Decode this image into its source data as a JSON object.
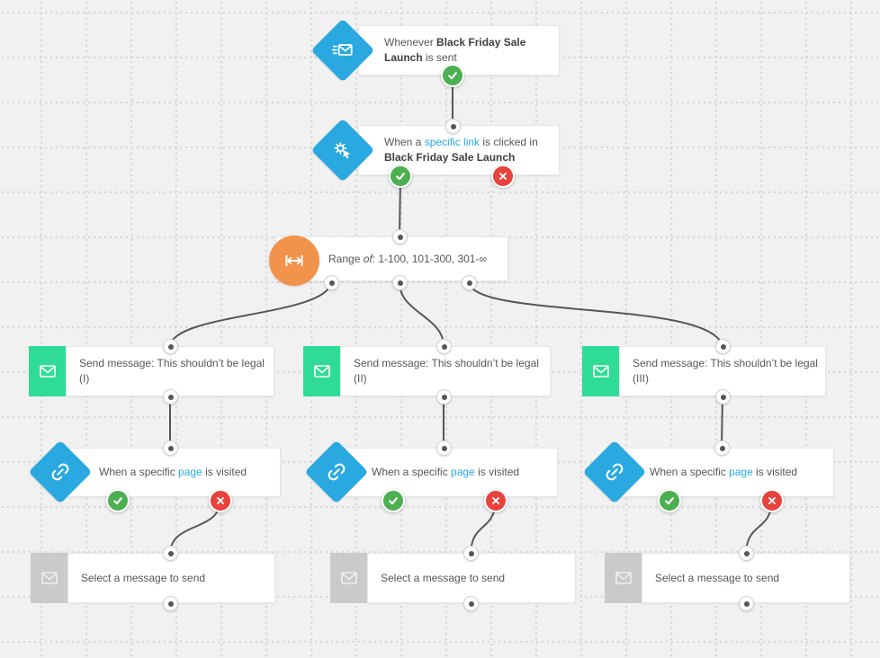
{
  "colors": {
    "canvas_bg": "#f1f1f2",
    "grid_dot": "#d9d9da",
    "node_blue": "#29a9e0",
    "node_green": "#2fdc96",
    "node_gray": "#c9cacb",
    "node_orange": "#f2934c",
    "success_green": "#4caf50",
    "fail_red": "#e8423c",
    "wire": "#55565a",
    "link_text": "#29abe2"
  },
  "nodes": {
    "trigger_sent": {
      "prefix": "Whenever ",
      "campaign": "Black Friday Sale Launch",
      "suffix": " is sent",
      "icon": "email-sent-icon"
    },
    "link_clicked": {
      "prefix": "When a ",
      "link": "specific link",
      "middle": " is clicked in ",
      "campaign": "Black Friday Sale Launch",
      "icon": "link-click-icon"
    },
    "range": {
      "prefix": "Range ",
      "italic": "of",
      "suffix": ": 1-100, 101-300, 301-∞",
      "icon": "range-icon"
    },
    "branches": [
      {
        "send_label": "Send message: This shouldn’t be legal (I)",
        "page_prefix": "When a specific ",
        "page_link": "page",
        "page_suffix": " is visited",
        "select_label": "Select a message to send"
      },
      {
        "send_label": "Send message: This shouldn’t be legal (II)",
        "page_prefix": "When a specific ",
        "page_link": "page",
        "page_suffix": " is visited",
        "select_label": "Select a message to send"
      },
      {
        "send_label": "Send message: This shouldn’t be legal (III)",
        "page_prefix": "When a specific ",
        "page_link": "page",
        "page_suffix": " is visited",
        "select_label": "Select a message to send"
      }
    ]
  }
}
